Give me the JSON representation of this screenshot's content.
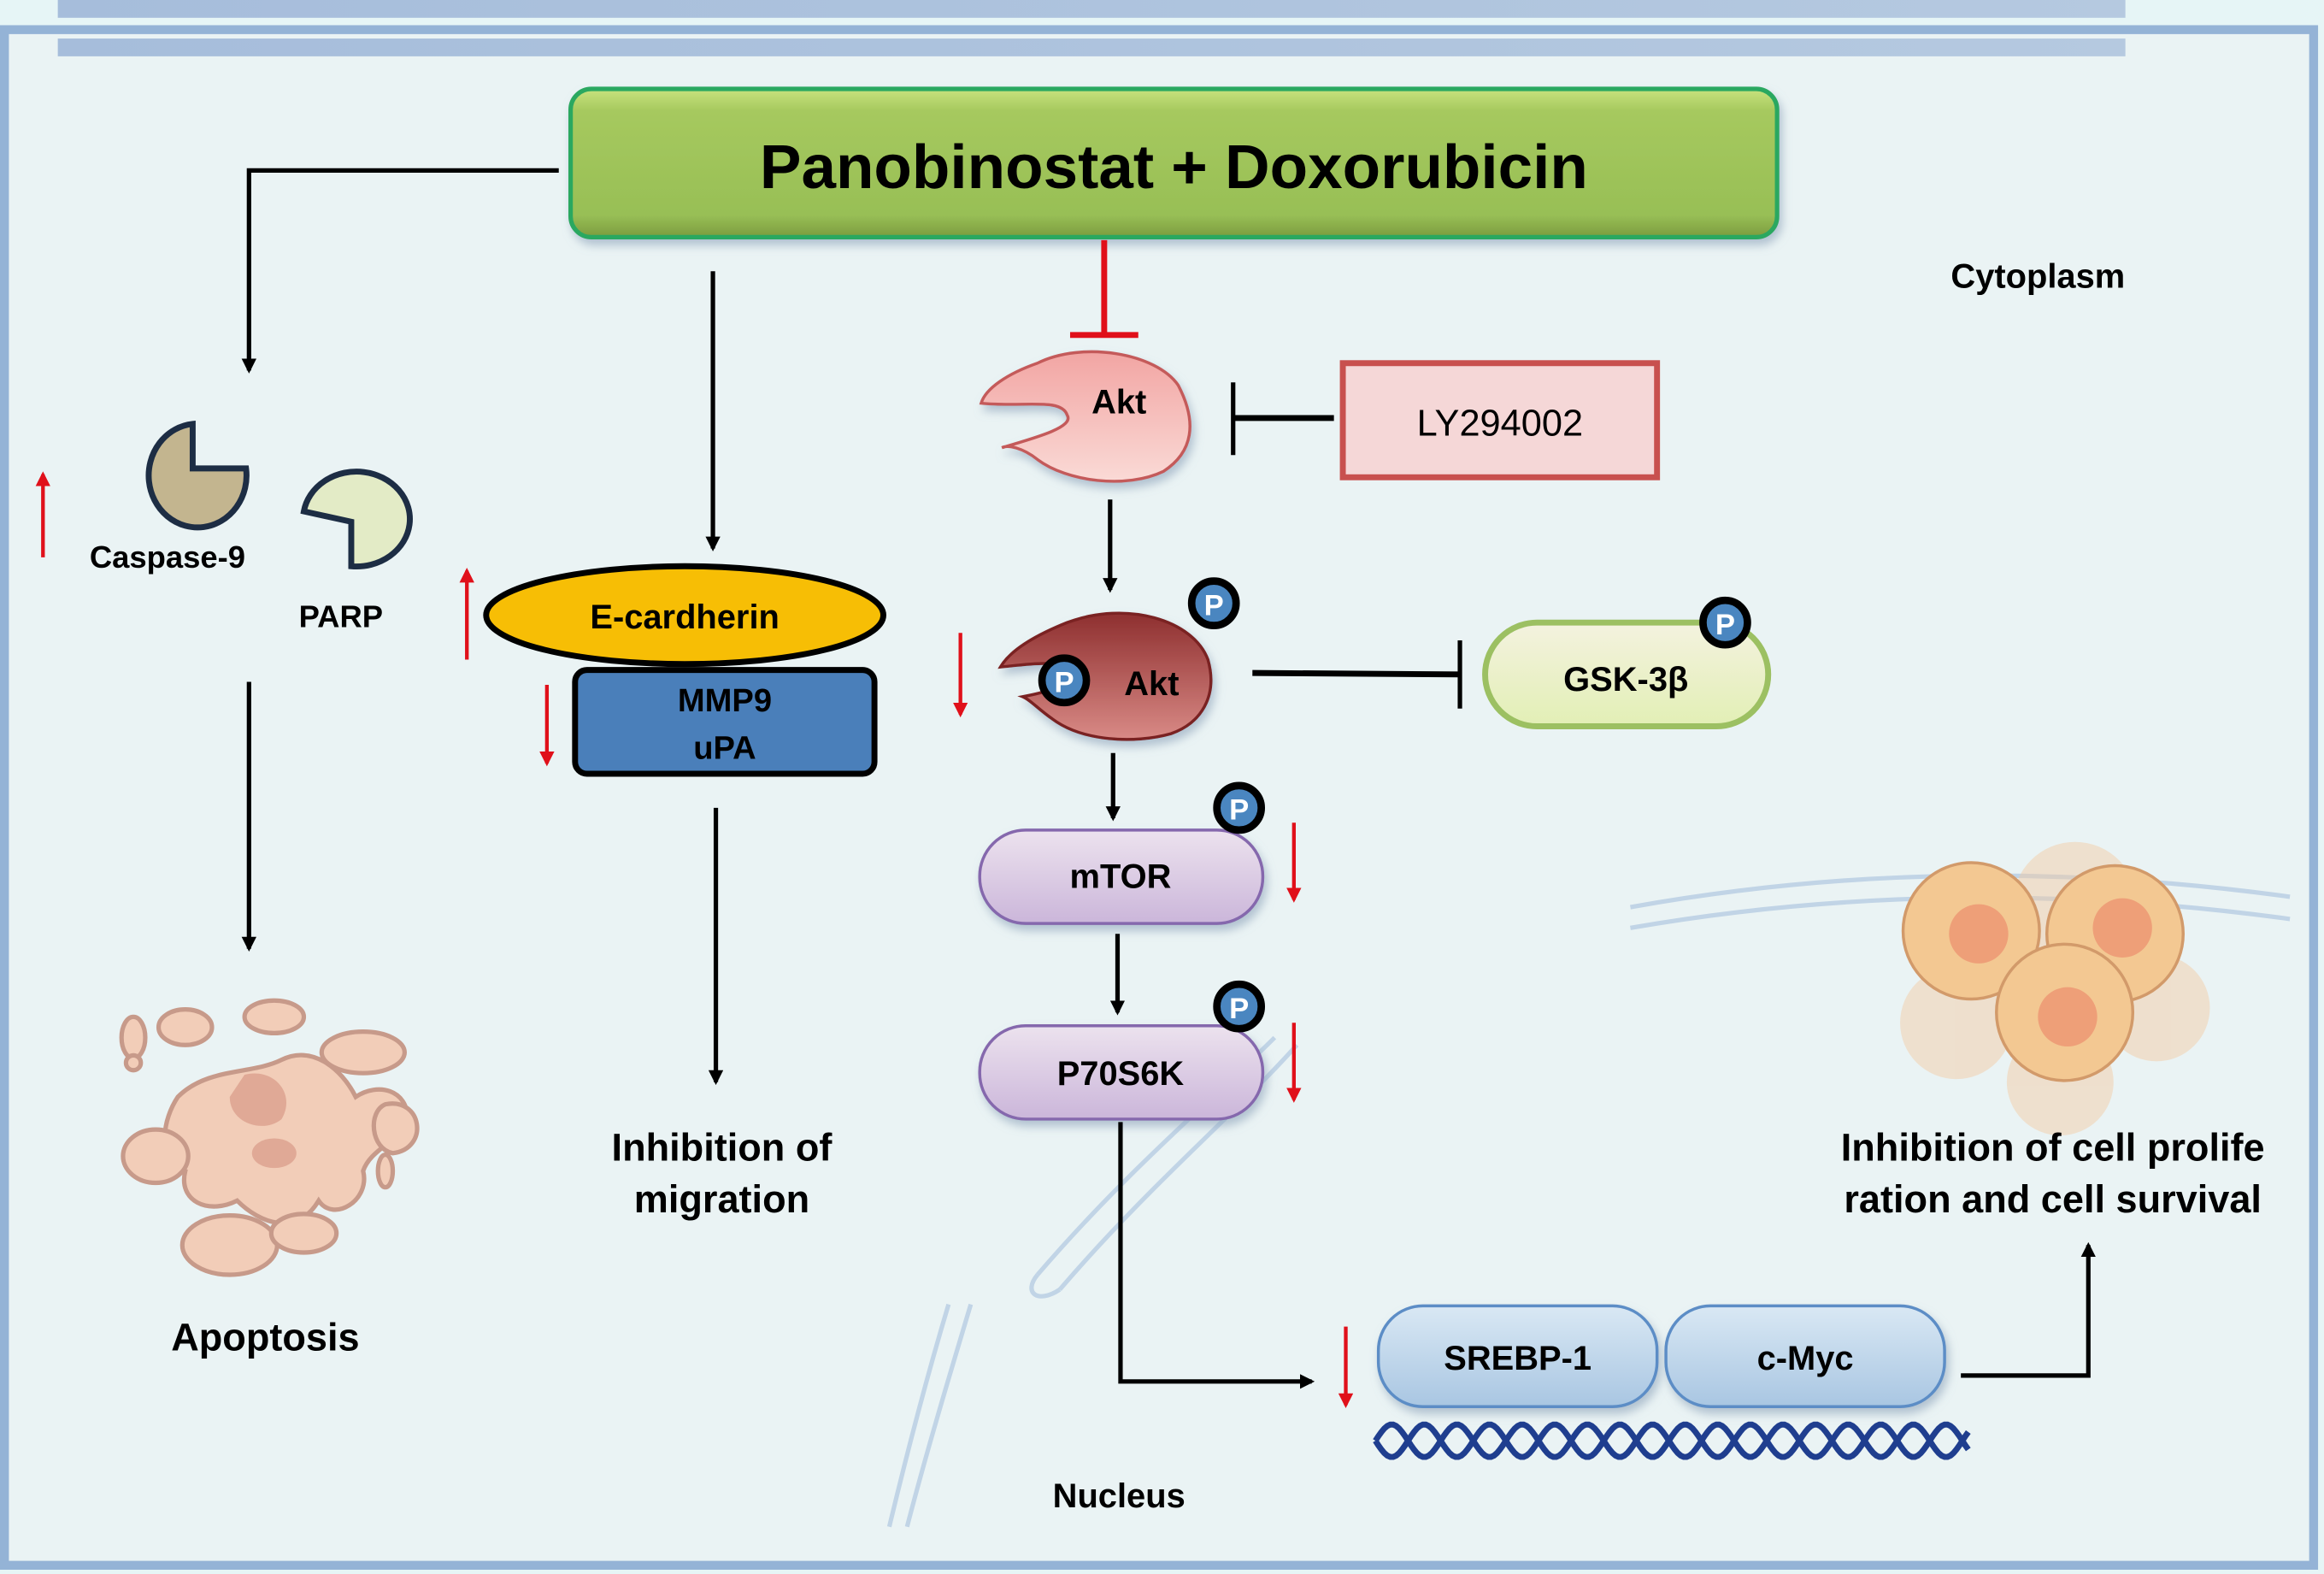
{
  "diagram": {
    "title": "Panobinostat + Doxorubicin",
    "regions": {
      "cytoplasm": "Cytoplasm",
      "nucleus": "Nucleus"
    },
    "inhibitor": "LY294002",
    "nodes": {
      "akt": "Akt",
      "p_akt": "Akt",
      "gsk3b": "GSK-3β",
      "mtor": "mTOR",
      "p70s6k": "P70S6K",
      "srebp1": "SREBP-1",
      "cmyc": "c-Myc",
      "ecadherin": "E-cardherin",
      "mmp9": "MMP9",
      "upa": "uPA",
      "caspase9": "Caspase-9",
      "parp": "PARP"
    },
    "phospho_label": "P",
    "outcomes": {
      "apoptosis": "Apoptosis",
      "migration_line1": "Inhibition of",
      "migration_line2": "migration",
      "prolif_line1": "Inhibition of cell prolife",
      "prolif_line2": "ration and cell survival"
    },
    "regulation": {
      "caspase9": "up",
      "ecadherin": "up",
      "mmp9_upa": "down",
      "p_akt": "down",
      "mtor": "down",
      "p70s6k": "down",
      "srebp1_cmyc": "down"
    },
    "colors": {
      "background": "#e8f3f3",
      "frame": "#94b3d6",
      "title_box": "#9dc35a",
      "title_border": "#2aa860",
      "inhibit_red": "#e0101a",
      "arrow_black": "#000000",
      "akt_light": "#f4c4c0",
      "akt_dark": "#a8413f",
      "ly_box_fill": "#f5d7d7",
      "ly_box_border": "#c8504e",
      "gsk_fill": "#ecf3c9",
      "gsk_border": "#9cc062",
      "mtor_fill": "#dccbe4",
      "mtor_border": "#8567ad",
      "srebp_fill": "#b9d3ea",
      "srebp_border": "#5c8dc6",
      "ecad_fill": "#f7be05",
      "mmp_fill": "#4a7fba",
      "caspase_fill": "#c3b58f",
      "parp_fill": "#e3ebc6",
      "phospho_fill": "#4a86c0",
      "dna": "#1f3e8f"
    }
  }
}
